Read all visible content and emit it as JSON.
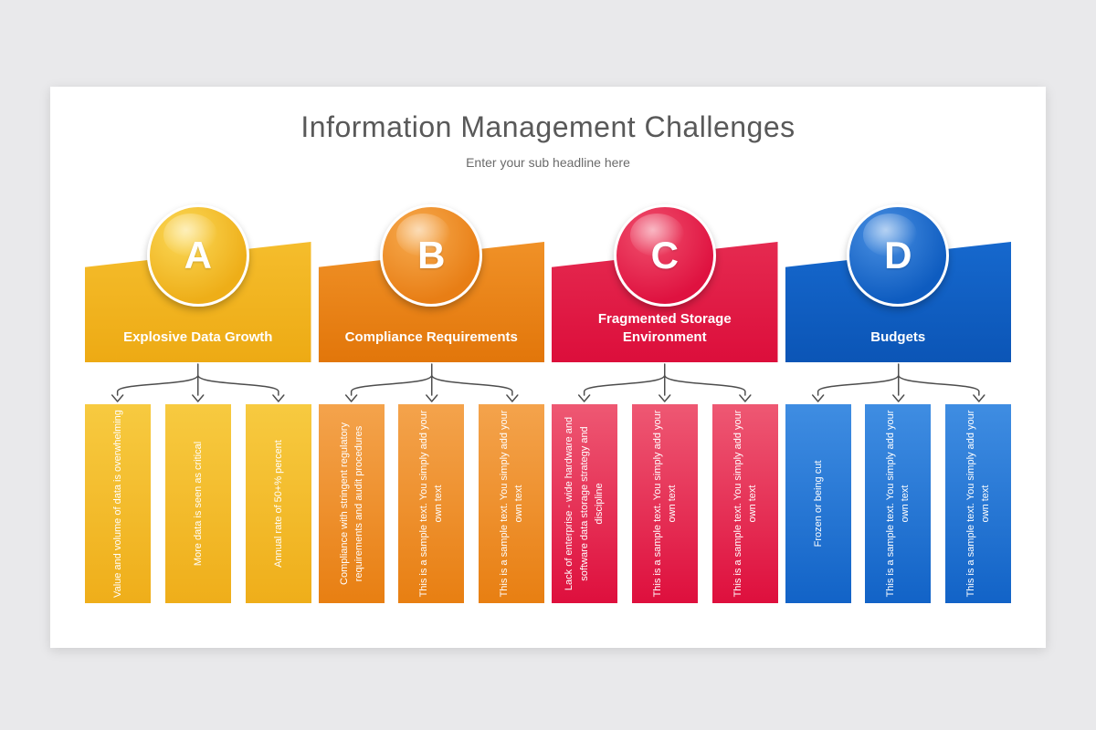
{
  "slide": {
    "title": "Information Management Challenges",
    "subtitle": "Enter your sub headline here",
    "background_color": "#e9e9eb",
    "card_color": "#ffffff",
    "title_color": "#595959",
    "subtitle_color": "#6b6b6b",
    "connector_color": "#4d4d4d"
  },
  "chart_data": {
    "type": "table",
    "title": "Information Management Challenges",
    "categories": [
      "Explosive Data Growth",
      "Compliance Requirements",
      "Fragmented Storage Environment",
      "Budgets"
    ]
  },
  "columns": [
    {
      "letter": "A",
      "title": "Explosive Data Growth",
      "colors": {
        "banner_top": "#f5bd2c",
        "banner_bottom": "#edaa14",
        "circle_light": "#fbd958",
        "circle_base": "#eeae18",
        "bar_top": "#f7ca40",
        "bar_bottom": "#efae1a"
      },
      "bars": [
        "Value and volume of data is overwhelming",
        "More data is seen as critical",
        "Annual rate of 50+% percent"
      ]
    },
    {
      "letter": "B",
      "title": "Compliance Requirements",
      "colors": {
        "banner_top": "#f09127",
        "banner_bottom": "#e2760a",
        "circle_light": "#f7ab4f",
        "circle_base": "#e87e15",
        "bar_top": "#f4a34c",
        "bar_bottom": "#e87f12"
      },
      "bars": [
        "Compliance with stringent regulatory requirements and audit procedures",
        "This is a sample text. You simply add your own text",
        "This is a sample text. You simply add your own text"
      ]
    },
    {
      "letter": "C",
      "title": "Fragmented Storage Environment",
      "colors": {
        "banner_top": "#e52a50",
        "banner_bottom": "#dc0e3b",
        "circle_light": "#f0506d",
        "circle_base": "#df1240",
        "bar_top": "#ee5873",
        "bar_bottom": "#de0f3d"
      },
      "bars": [
        "Lack of enterprise - wide hardware and software data storage strategy and discipline",
        "This is a sample text. You simply add your own text",
        "This is a sample text. You simply add your own text"
      ]
    },
    {
      "letter": "D",
      "title": "Budgets",
      "colors": {
        "banner_top": "#1668cd",
        "banner_bottom": "#0b55b6",
        "circle_light": "#4a90e2",
        "circle_base": "#0e5cc0",
        "bar_top": "#3f8de2",
        "bar_bottom": "#1263c7"
      },
      "bars": [
        "Frozen or being cut",
        "This is a sample text. You simply add your own text",
        "This is a sample text. You simply add your own text"
      ]
    }
  ]
}
